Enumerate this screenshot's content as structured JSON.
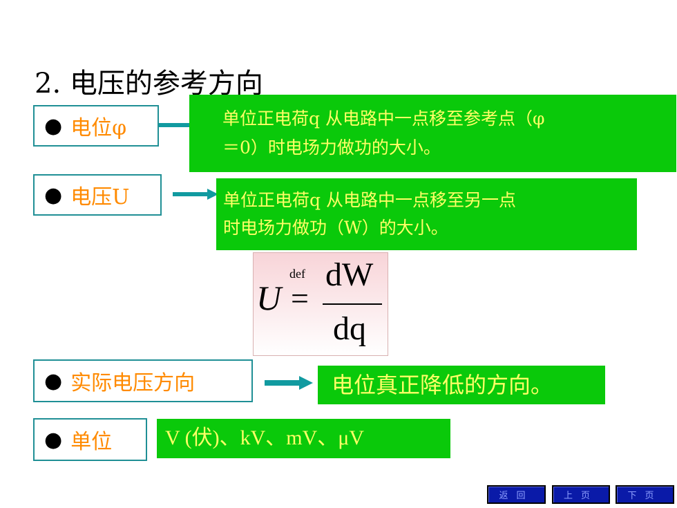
{
  "title": "2. 电压的参考方向",
  "potential": {
    "bullet": "●",
    "label": "电位φ",
    "def_line1": "单位正电荷q 从电路中一点移至参考点（φ",
    "def_line2": "＝0）时电场力做功的大小。"
  },
  "voltage": {
    "bullet": "●",
    "label": "电压U",
    "def_line1": "单位正电荷q 从电路中一点移至另一点",
    "def_line2": "时电场力做功（W）的大小。"
  },
  "formula": {
    "lhs": "U",
    "equals": "=",
    "def": "def",
    "numerator": "dW",
    "denominator": "dq"
  },
  "actual_direction": {
    "bullet": "●",
    "label": "实际电压方向",
    "description": "电位真正降低的方向。"
  },
  "unit": {
    "bullet": "●",
    "label": "单位",
    "description": "V (伏)、kV、mV、μV"
  },
  "nav": {
    "back": "返回",
    "prev": "上页",
    "next": "下页"
  }
}
